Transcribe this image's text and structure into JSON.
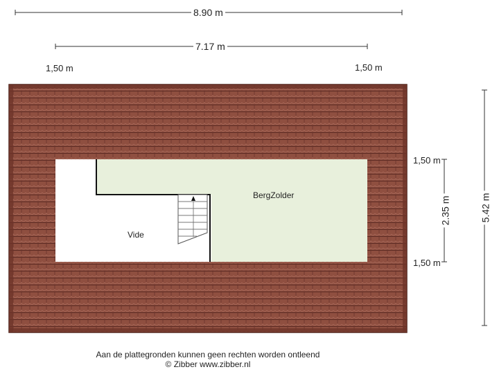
{
  "dimensions": {
    "total_width": "8.90 m",
    "inner_width": "7.17 m",
    "left_offset": "1,50 m",
    "right_offset": "1,50 m",
    "top_offset": "1,50 m",
    "inner_depth": "2.35 m",
    "bottom_offset": "1,50 m",
    "total_depth": "5.42 m"
  },
  "rooms": {
    "bergzolder": "BergZolder",
    "vide": "Vide"
  },
  "footer": {
    "disclaimer": "Aan de plattegronden kunnen geen rechten worden ontleend",
    "copyright": "© Zibber www.zibber.nl"
  },
  "colors": {
    "roof": "#8a4a3c",
    "roof_line": "#5a2a22",
    "attic_floor": "#e8f0dc",
    "vide": "#ffffff"
  }
}
